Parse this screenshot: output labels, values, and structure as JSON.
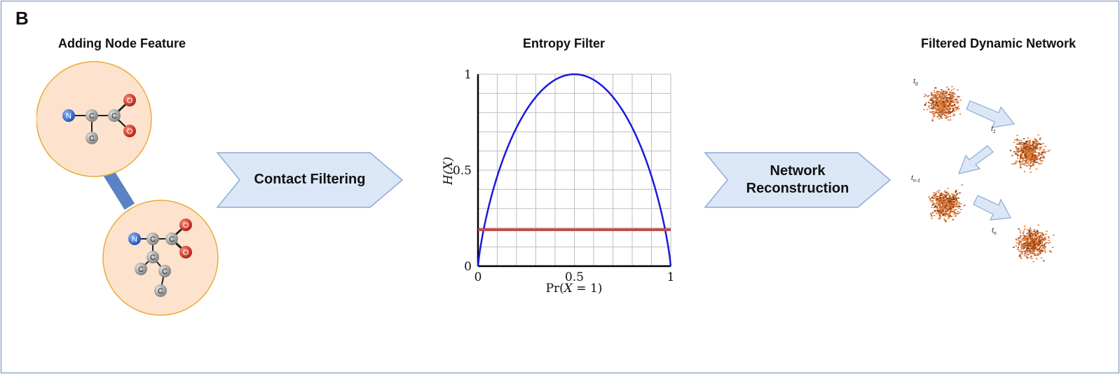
{
  "panel_label": "B",
  "headings": {
    "node_feature": "Adding  Node Feature",
    "entropy": "Entropy Filter",
    "network": "Filtered Dynamic Network"
  },
  "arrows": {
    "contact_filtering": "Contact Filtering",
    "network_reconstruction_line1": "Network",
    "network_reconstruction_line2": "Reconstruction"
  },
  "molecule_top": {
    "atoms": [
      "N",
      "C",
      "C",
      "C",
      "O",
      "O"
    ]
  },
  "molecule_bottom": {
    "atoms": [
      "N",
      "C",
      "C",
      "C",
      "C",
      "C",
      "O",
      "O"
    ]
  },
  "chart_data": {
    "type": "line",
    "title": "",
    "xlabel": "Pr(X = 1)",
    "ylabel": "H(X)",
    "xlim": [
      0,
      1
    ],
    "ylim": [
      0,
      1
    ],
    "x_ticks": [
      "0",
      "0.5",
      "1"
    ],
    "y_ticks": [
      "0",
      "0.5",
      "1"
    ],
    "grid": true,
    "series": [
      {
        "color": "#1a1adb",
        "function": "binary entropy",
        "x": [
          0,
          0.05,
          0.1,
          0.2,
          0.3,
          0.4,
          0.5,
          0.6,
          0.7,
          0.8,
          0.9,
          0.95,
          1
        ],
        "y": [
          0,
          0.286,
          0.469,
          0.722,
          0.881,
          0.971,
          1,
          0.971,
          0.881,
          0.722,
          0.469,
          0.286,
          0
        ]
      },
      {
        "color": "#c0504d",
        "function": "threshold",
        "x": [
          0,
          1
        ],
        "y": [
          0.19,
          0.19
        ]
      }
    ]
  },
  "network_snapshots": [
    "t0",
    "t1",
    "tn-1",
    "tn"
  ],
  "colors": {
    "arrow_fill": "#dbe7f7",
    "arrow_stroke": "#8eaad3",
    "node_fill": "#fde3cd",
    "node_stroke": "#e8ac3a",
    "edge": "#5c82c4",
    "network_dot": "#e07b39"
  }
}
